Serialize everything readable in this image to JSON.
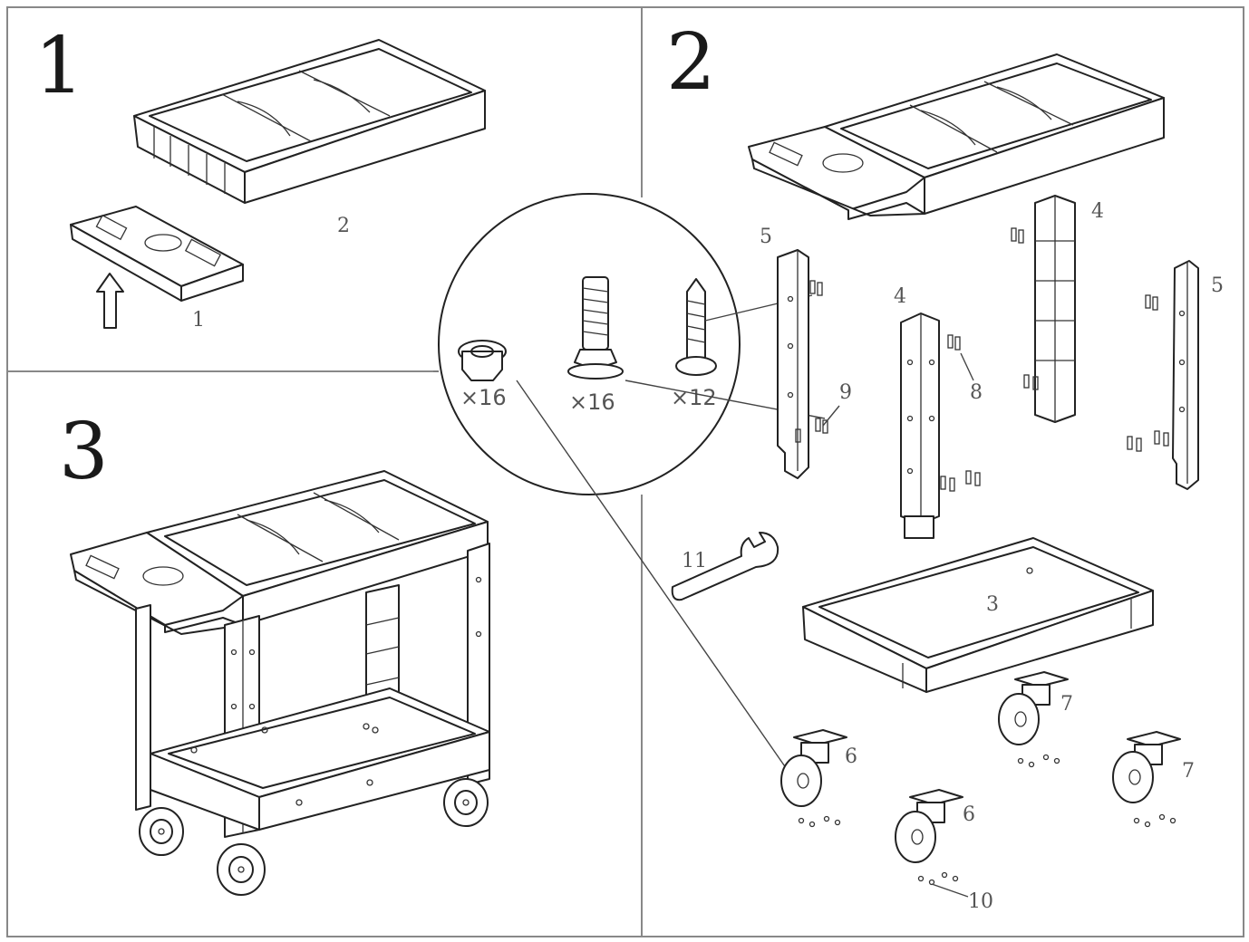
{
  "steps": [
    {
      "number": "1"
    },
    {
      "number": "2"
    },
    {
      "number": "3"
    }
  ],
  "step1_parts": {
    "top_shelf": "2",
    "tool_tray": "1"
  },
  "hardware": {
    "nut_qty": "×16",
    "bolt_qty": "×16",
    "screw_qty": "×12"
  },
  "step2_parts": {
    "leg_left_front": "5",
    "leg_center": "4",
    "leg_back": "4",
    "leg_right": "5",
    "bolts": "8",
    "screws": "9",
    "bottom_shelf": "3",
    "wrench": "11",
    "caster_front_left": "6",
    "caster_front_center": "6",
    "caster_back_center": "7",
    "caster_right": "7",
    "caster_nuts": "10"
  }
}
